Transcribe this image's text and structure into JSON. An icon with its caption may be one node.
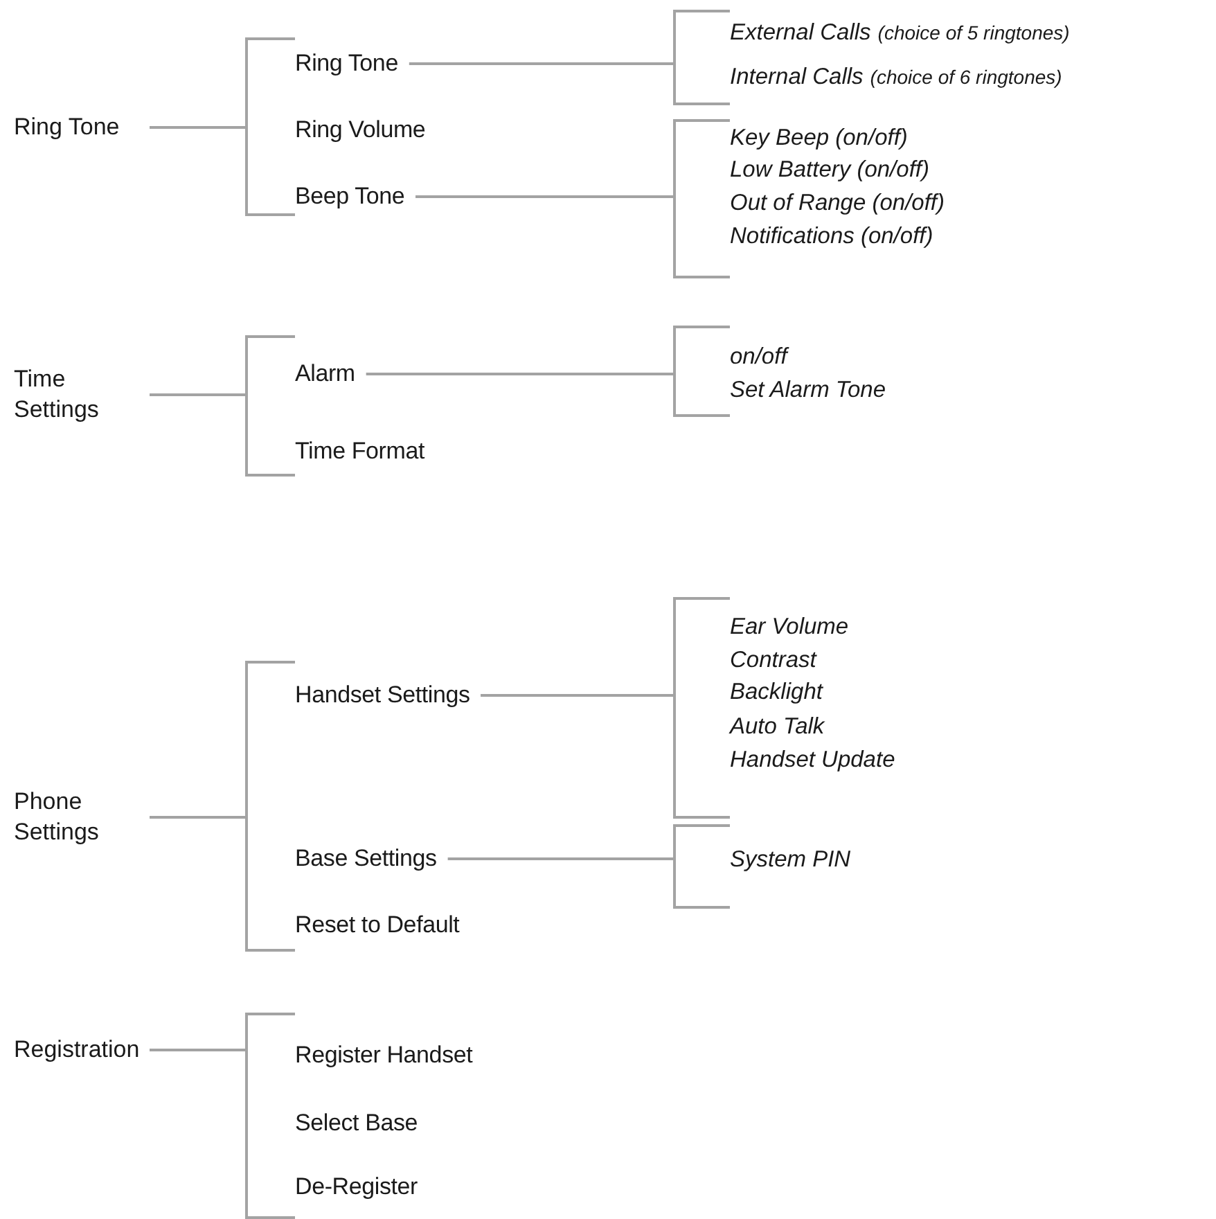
{
  "diagram": {
    "nodes": [
      {
        "text": [
          "Ring Tone"
        ]
      },
      {
        "text": [
          "Ring Tone"
        ]
      },
      {
        "text": [
          "Ring Volume"
        ]
      },
      {
        "text": [
          "Beep Tone"
        ]
      },
      {
        "text": [
          "External Calls",
          "(choice of 5 ringtones)"
        ]
      },
      {
        "text": [
          "Internal Calls",
          "(choice of 6 ringtones)"
        ]
      },
      {
        "text": [
          "Key Beep (on/off)"
        ]
      },
      {
        "text": [
          "Low Battery (on/off)"
        ]
      },
      {
        "text": [
          "Out of Range (on/off)"
        ]
      },
      {
        "text": [
          "Notifications (on/off)"
        ]
      },
      {
        "text": [
          "Time Settings"
        ]
      },
      {
        "text": [
          "Alarm"
        ]
      },
      {
        "text": [
          "Time Format"
        ]
      },
      {
        "text": [
          "on/off"
        ]
      },
      {
        "text": [
          "Set Alarm Tone"
        ]
      },
      {
        "text": [
          "Phone Settings"
        ]
      },
      {
        "text": [
          "Handset Settings"
        ]
      },
      {
        "text": [
          "Base Settings"
        ]
      },
      {
        "text": [
          "Reset to Default"
        ]
      },
      {
        "text": [
          "Ear Volume"
        ]
      },
      {
        "text": [
          "Contrast"
        ]
      },
      {
        "text": [
          "Backlight"
        ]
      },
      {
        "text": [
          "Auto Talk"
        ]
      },
      {
        "text": [
          "Handset Update"
        ]
      },
      {
        "text": [
          "System PIN"
        ]
      },
      {
        "text": [
          "Registration"
        ]
      },
      {
        "text": [
          "Register Handset"
        ]
      },
      {
        "text": [
          "Select Base"
        ]
      },
      {
        "text": [
          "De-Register"
        ]
      }
    ],
    "edges": [
      {
        "from": 0,
        "to": 1,
        "arrow": "none"
      },
      {
        "from": 0,
        "to": 2,
        "arrow": "none"
      },
      {
        "from": 0,
        "to": 3,
        "arrow": "none"
      },
      {
        "from": 1,
        "to": 4,
        "arrow": "none"
      },
      {
        "from": 1,
        "to": 5,
        "arrow": "none"
      },
      {
        "from": 3,
        "to": 6,
        "arrow": "none"
      },
      {
        "from": 3,
        "to": 7,
        "arrow": "none"
      },
      {
        "from": 3,
        "to": 8,
        "arrow": "none"
      },
      {
        "from": 3,
        "to": 9,
        "arrow": "none"
      },
      {
        "from": 10,
        "to": 11,
        "arrow": "none"
      },
      {
        "from": 10,
        "to": 12,
        "arrow": "none"
      },
      {
        "from": 11,
        "to": 13,
        "arrow": "none"
      },
      {
        "from": 11,
        "to": 14,
        "arrow": "none"
      },
      {
        "from": 15,
        "to": 16,
        "arrow": "none"
      },
      {
        "from": 15,
        "to": 17,
        "arrow": "none"
      },
      {
        "from": 15,
        "to": 18,
        "arrow": "none"
      },
      {
        "from": 16,
        "to": 19,
        "arrow": "none"
      },
      {
        "from": 16,
        "to": 20,
        "arrow": "none"
      },
      {
        "from": 16,
        "to": 21,
        "arrow": "none"
      },
      {
        "from": 16,
        "to": 22,
        "arrow": "none"
      },
      {
        "from": 16,
        "to": 23,
        "arrow": "none"
      },
      {
        "from": 17,
        "to": 24,
        "arrow": "none"
      },
      {
        "from": 25,
        "to": 26,
        "arrow": "none"
      },
      {
        "from": 25,
        "to": 27,
        "arrow": "none"
      },
      {
        "from": 25,
        "to": 28,
        "arrow": "none"
      }
    ]
  }
}
